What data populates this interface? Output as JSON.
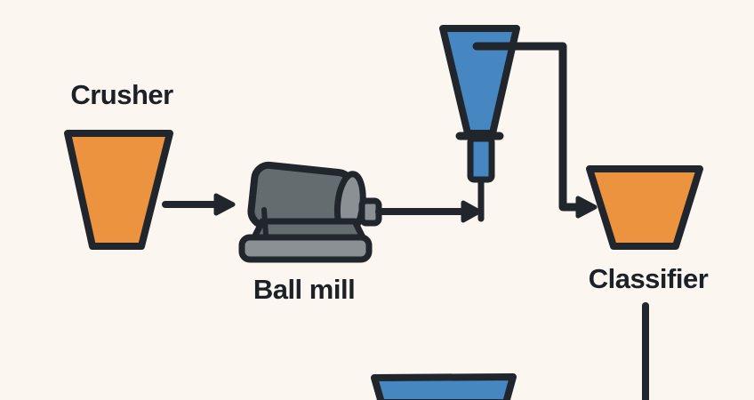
{
  "colors": {
    "background": "#FBF6F0",
    "outline": "#20262C",
    "text": "#1B2127",
    "orange": "#EC9340",
    "blue": "#4787C1",
    "mill_body": "#646C70",
    "mill_light": "#8A9094"
  },
  "diagram": {
    "type": "process-flow",
    "nodes": {
      "crusher": {
        "label": "Crusher",
        "shape": "hopper",
        "color": "orange"
      },
      "ball_mill": {
        "label": "Ball mill",
        "shape": "horizontal-cylinder",
        "color": "gray"
      },
      "cyclone": {
        "shape": "funnel-with-spout",
        "color": "blue"
      },
      "classifier": {
        "label": "Classifier",
        "shape": "basin",
        "color": "orange"
      },
      "bottom_vessel": {
        "shape": "basin-partial",
        "color": "blue"
      }
    },
    "edges": [
      {
        "from": "crusher",
        "to": "ball_mill",
        "style": "arrow"
      },
      {
        "from": "ball_mill",
        "to": "cyclone",
        "style": "arrow"
      },
      {
        "from": "cyclone",
        "to": "classifier",
        "style": "arrow"
      },
      {
        "from": "classifier",
        "to": "bottom_vessel",
        "style": "line"
      }
    ]
  }
}
